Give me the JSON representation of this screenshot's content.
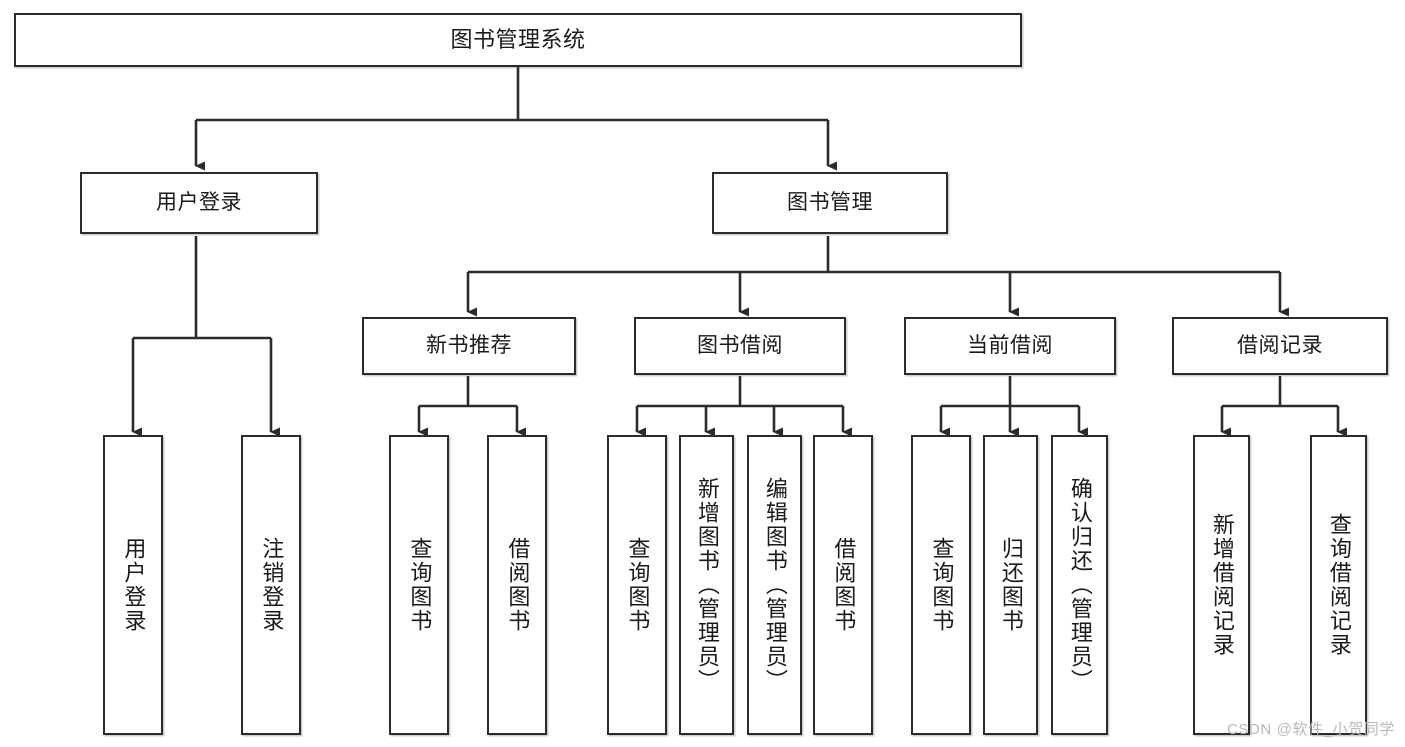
{
  "diagram": {
    "type": "tree",
    "title": "图书管理系统",
    "orientation": "top-down",
    "watermark": "CSDN @软件_小贺同学",
    "colors": {
      "box_border": "#2b2b2b",
      "box_fill": "#ffffff",
      "connector": "#2b2b2b",
      "text": "#1a1a1a",
      "watermark": "#b9b9b9",
      "background": "#ffffff"
    },
    "root": {
      "label": "图书管理系统"
    },
    "level2": [
      {
        "label": "用户登录"
      },
      {
        "label": "图书管理"
      }
    ],
    "level3": [
      {
        "label": "新书推荐"
      },
      {
        "label": "图书借阅"
      },
      {
        "label": "当前借阅"
      },
      {
        "label": "借阅记录"
      }
    ],
    "leaves": {
      "user_login": [
        {
          "label": "用户登录"
        },
        {
          "label": "注销登录"
        }
      ],
      "new_book": [
        {
          "label": "查询图书"
        },
        {
          "label": "借阅图书"
        }
      ],
      "book_borrow": [
        {
          "label": "查询图书"
        },
        {
          "label": "新增图书（管理员）"
        },
        {
          "label": "编辑图书（管理员）"
        },
        {
          "label": "借阅图书"
        }
      ],
      "current_borrow": [
        {
          "label": "查询图书"
        },
        {
          "label": "归还图书"
        },
        {
          "label": "确认归还（管理员）"
        }
      ],
      "borrow_record": [
        {
          "label": "新增借阅记录"
        },
        {
          "label": "查询借阅记录"
        }
      ]
    }
  }
}
